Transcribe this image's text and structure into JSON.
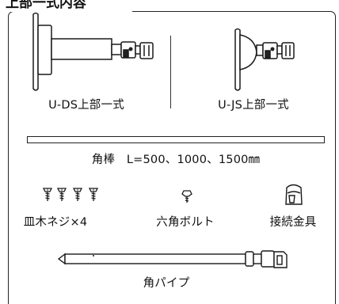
{
  "header": {
    "title": "上部一式内容"
  },
  "items": {
    "u_ds": {
      "label": "U-DS上部一式"
    },
    "u_js": {
      "label": "U-JS上部一式"
    },
    "square_bar": {
      "label": "角棒　L=500、1000、1500㎜"
    },
    "screws": {
      "label": "皿木ネジ×4"
    },
    "bolt": {
      "label": "六角ボルト"
    },
    "fitting": {
      "label": "接続金具"
    },
    "pipe": {
      "label": "角パイプ"
    }
  }
}
